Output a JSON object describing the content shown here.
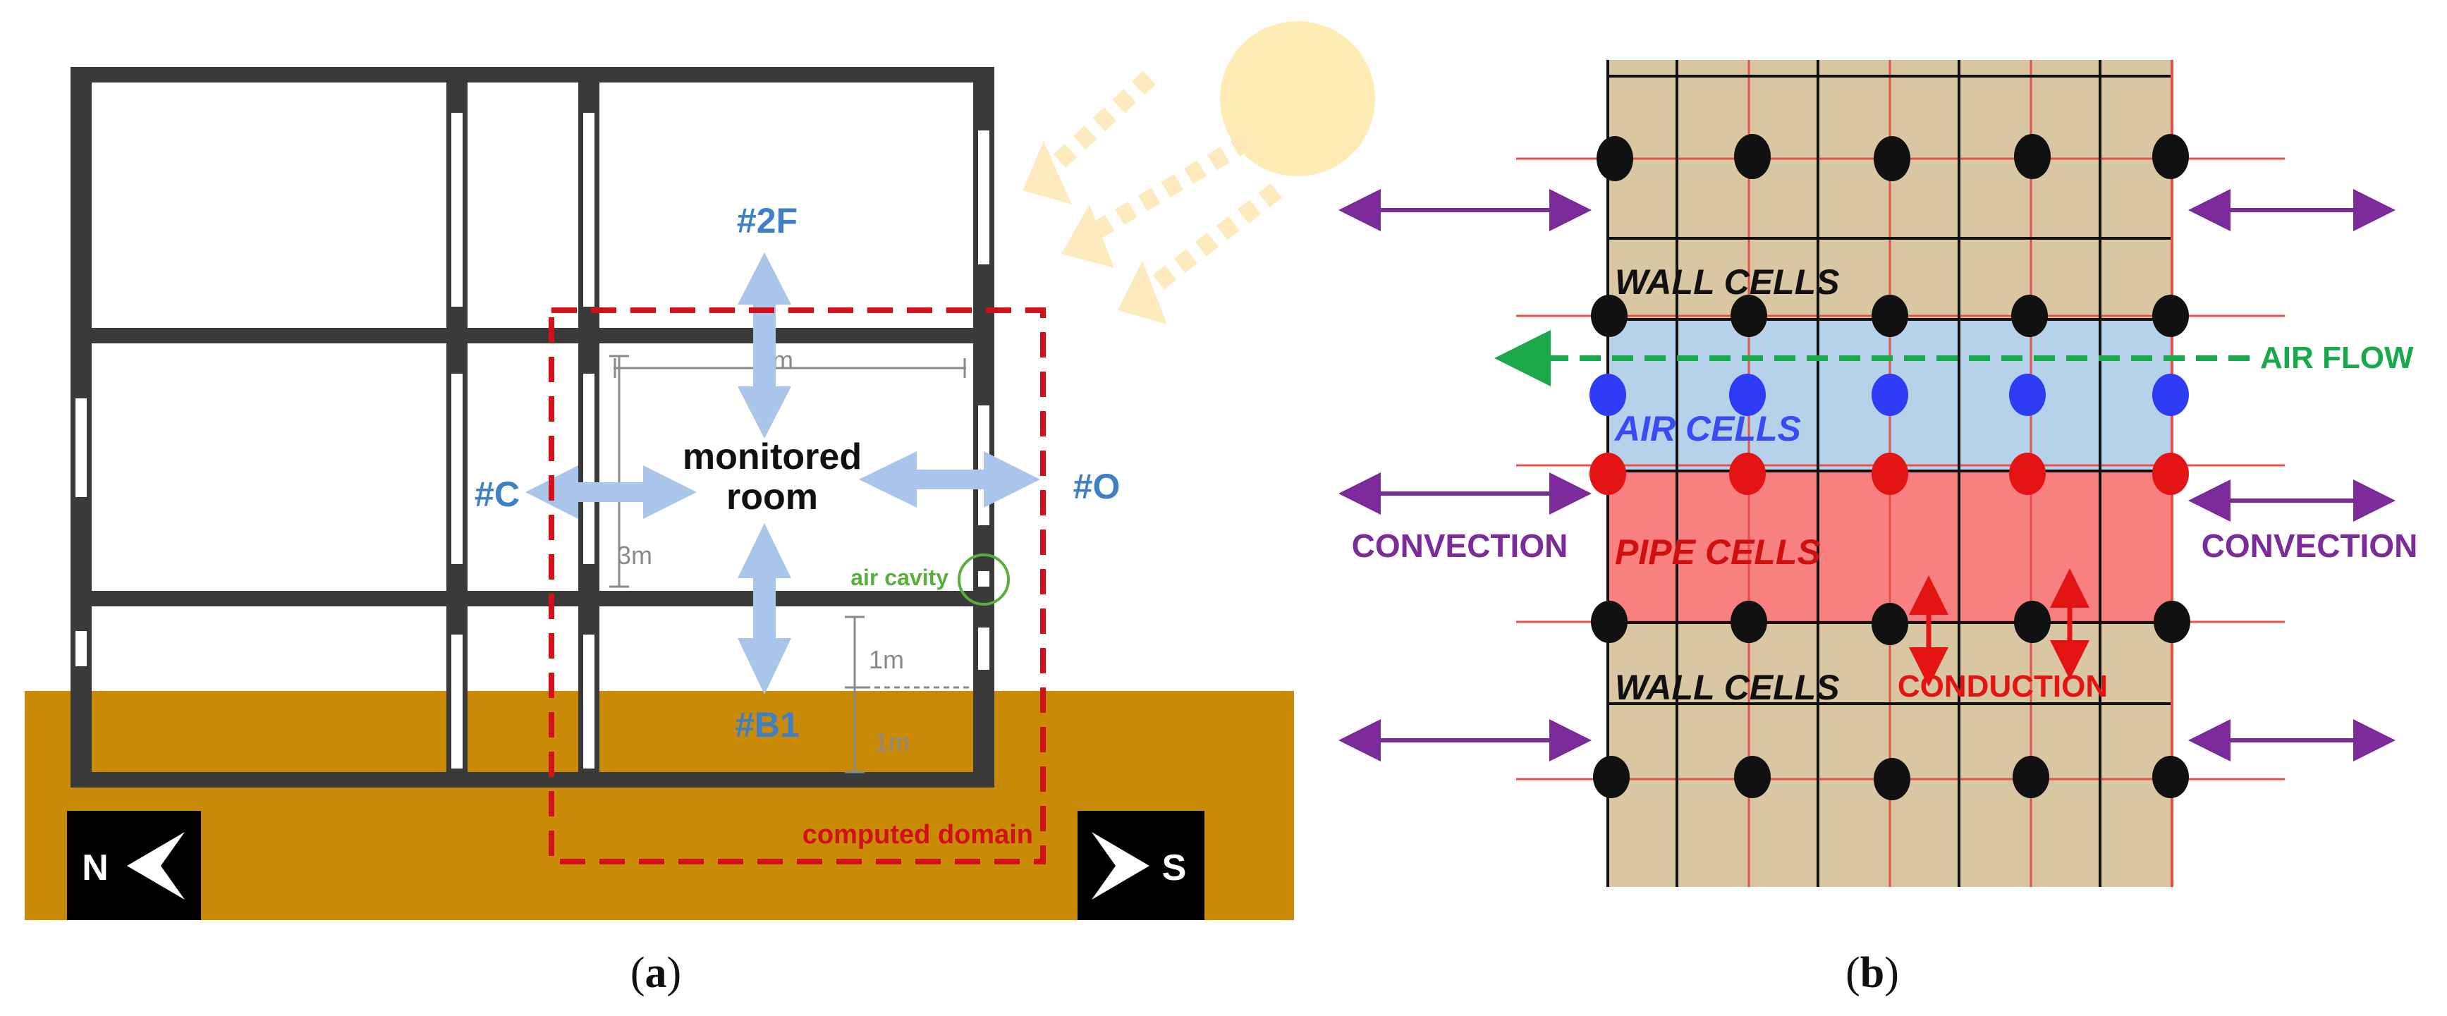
{
  "colors": {
    "ground": "#c98a05",
    "wall": "#3a3a3a",
    "blue_label": "#3f7fc4",
    "arrow_blue": "#a9c6ea",
    "domain_red": "#d2101a",
    "cavity_green": "#5aaf3c",
    "wall_cells": "#d9c7a4",
    "air_cells": "#b6d2ea",
    "pipe_cells": "#f98080",
    "convection": "#7b2c9a",
    "air_flow": "#19a84a",
    "conduction": "#e41414"
  },
  "panel_a": {
    "labels": {
      "second_floor": "#2F",
      "corridor": "#C",
      "outside": "#O",
      "basement": "#B1",
      "room_line1": "monitored",
      "room_line2": "room",
      "air_cavity": "air cavity",
      "computed_domain": "computed domain",
      "dim_width": "4m",
      "dim_height": "3m",
      "dim_upper": "1m",
      "dim_lower": "1m",
      "north": "N",
      "south": "S"
    },
    "icons": [
      "sun-icon",
      "north-arrow-icon",
      "south-arrow-icon"
    ],
    "caption": {
      "open": "(",
      "letter": "a",
      "close": ")"
    }
  },
  "panel_b": {
    "labels": {
      "wall_cells_top": "WALL CELLS",
      "air_cells": "AIR CELLS",
      "pipe_cells": "PIPE CELLS",
      "wall_cells_bottom": "WALL CELLS",
      "air_flow": "AIR FLOW",
      "convection_left": "CONVECTION",
      "convection_right": "CONVECTION",
      "conduction": "CONDUCTION"
    },
    "caption": {
      "open": "(",
      "letter": "b",
      "close": ")"
    }
  }
}
